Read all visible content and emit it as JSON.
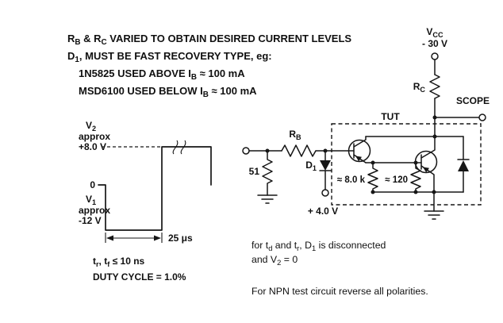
{
  "notes_top": {
    "line1": "R~B~ & R~C~ VARIED TO OBTAIN DESIRED CURRENT LEVELS",
    "line2": "D~1~, MUST BE FAST RECOVERY TYPE, eg:",
    "line3": "1N5825 USED ABOVE I~B~ ≈ 100 mA",
    "line4": "MSD6100 USED BELOW I~B~ ≈ 100 mA"
  },
  "waveform": {
    "v2_label": "V~2~",
    "v2_approx": "approx",
    "v2_value": "+8.0 V",
    "zero_label": "0",
    "v1_label": "V~1~",
    "v1_approx": "approx",
    "v1_value": "-12 V",
    "pulse_width": "25 μs",
    "rise_fall": "t~r~, t~f~ ≤ 10 ns",
    "duty_cycle": "DUTY CYCLE = 1.0%"
  },
  "circuit": {
    "vcc_label": "V~CC~",
    "vcc_value": "- 30 V",
    "rc_label": "R~C~",
    "scope_label": "SCOPE",
    "tut_label": "TUT",
    "rb_label": "R~B~",
    "r51_label": "51",
    "d1_label": "D~1~",
    "bias_value": "+ 4.0 V",
    "r8k_label": "≈ 8.0 k",
    "r120_label": "≈ 120"
  },
  "notes_bottom": {
    "line1": "for t~d~ and t~r~, D~1~ is disconnected",
    "line2": "and V~2~ = 0",
    "npn_note": "For NPN test circuit reverse all polarities."
  }
}
